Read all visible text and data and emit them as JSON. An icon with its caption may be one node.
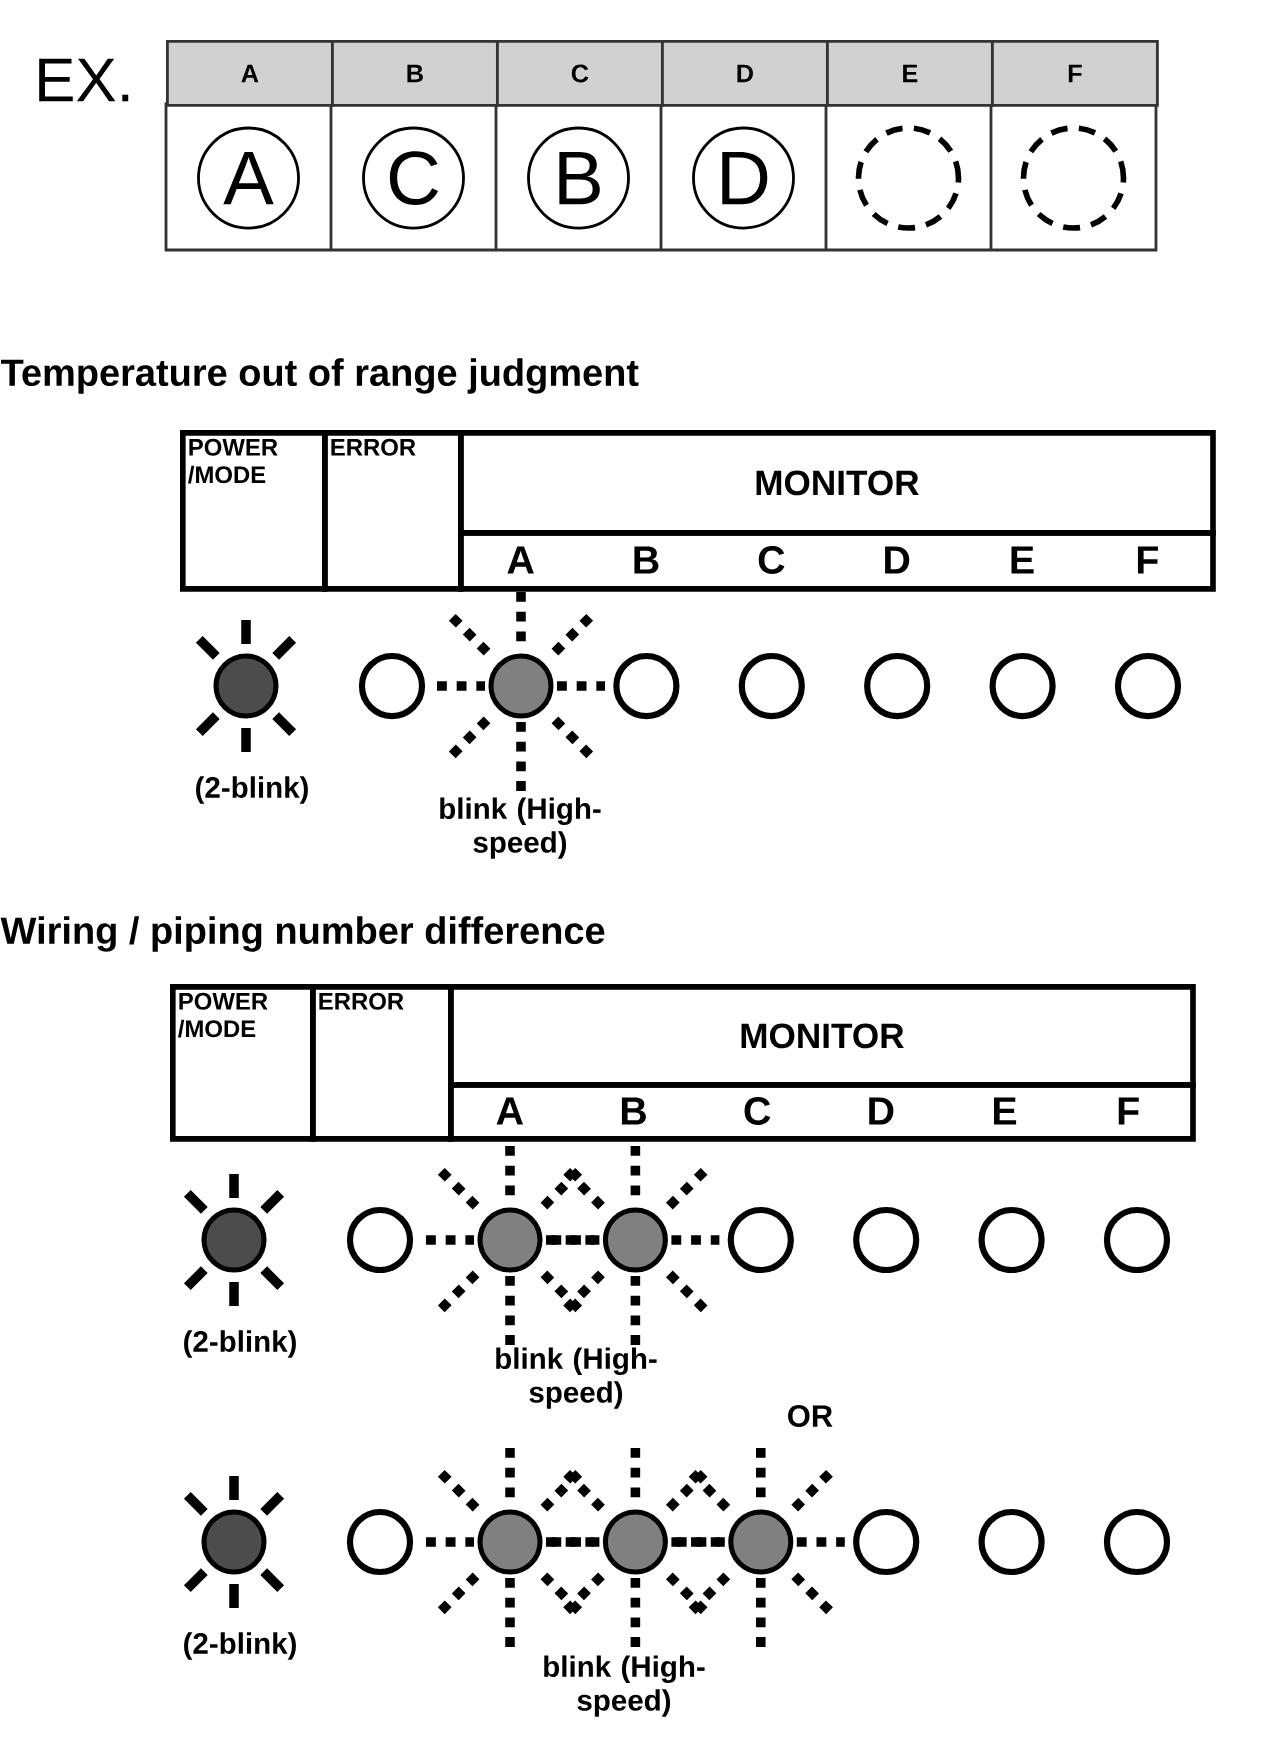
{
  "diagram": {
    "nodes": [
      {
        "text": [
          "A"
        ]
      },
      {
        "text": [
          "B"
        ]
      },
      {
        "text": [
          "C"
        ]
      },
      {
        "text": [
          "D"
        ]
      },
      {
        "text": [
          "E"
        ]
      },
      {
        "text": [
          "F"
        ]
      },
      {
        "text": [
          "A"
        ]
      },
      {
        "text": [
          "C"
        ]
      },
      {
        "text": [
          "B"
        ]
      },
      {
        "text": [
          "D"
        ]
      },
      {
        "text": [],
        "shape": "circle"
      },
      {
        "text": [],
        "shape": "circle"
      },
      {
        "text": [
          "POWER /MODE"
        ]
      },
      {
        "text": [
          "ERROR"
        ]
      },
      {
        "text": [
          "MONITOR"
        ]
      },
      {
        "text": [
          "A",
          "B",
          "C",
          "D",
          "E",
          "F"
        ]
      },
      {
        "text": [],
        "shape": "circle",
        "beside": [
          "(2-blink)"
        ]
      },
      {
        "text": [],
        "shape": "circle"
      },
      {
        "text": [],
        "shape": "circle"
      },
      {
        "text": [],
        "shape": "circle"
      },
      {
        "text": [],
        "shape": "circle"
      },
      {
        "text": [],
        "shape": "circle"
      },
      {
        "text": [],
        "shape": "circle"
      },
      {
        "text": [],
        "shape": "circle"
      },
      {
        "text": [
          "POWER /MODE"
        ]
      },
      {
        "text": [
          "ERROR"
        ]
      },
      {
        "text": [
          "MONITOR"
        ]
      },
      {
        "text": [
          "A",
          "B",
          "C",
          "D",
          "E",
          "F"
        ]
      },
      {
        "text": [],
        "shape": "circle",
        "beside": [
          "(2-blink)"
        ]
      },
      {
        "text": [],
        "shape": "circle"
      },
      {
        "text": [],
        "shape": "circle"
      },
      {
        "text": [],
        "shape": "circle"
      },
      {
        "text": [],
        "shape": "circle"
      },
      {
        "text": [],
        "shape": "circle"
      },
      {
        "text": [],
        "shape": "circle"
      },
      {
        "text": [],
        "shape": "circle"
      },
      {
        "text": [],
        "shape": "circle",
        "beside": [
          "(2-blink)"
        ]
      },
      {
        "text": [],
        "shape": "circle"
      },
      {
        "text": [],
        "shape": "circle"
      },
      {
        "text": [],
        "shape": "circle"
      },
      {
        "text": [],
        "shape": "circle"
      },
      {
        "text": [],
        "shape": "circle"
      },
      {
        "text": [],
        "shape": "circle"
      },
      {
        "text": [],
        "shape": "circle"
      }
    ],
    "labels": [
      "EX.",
      "Temperature out of range judgment",
      "blink (High-speed)",
      "Wiring / piping number difference",
      "blink (High-speed)",
      "OR",
      "blink (High-speed)"
    ]
  }
}
